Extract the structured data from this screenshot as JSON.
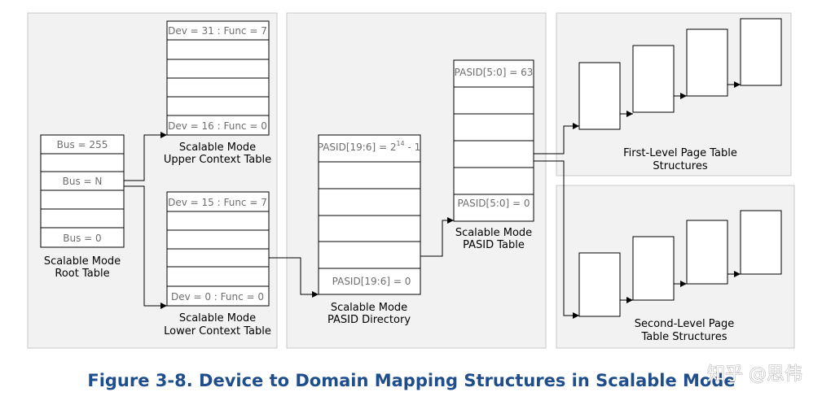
{
  "figure_title": "Figure 3-8.  Device to Domain Mapping Structures in Scalable Mode",
  "watermark": "知乎 @思伟",
  "root_table": {
    "top_label": "Bus = 255",
    "mid_label": "Bus = N",
    "bottom_label": "Bus = 0",
    "caption_1": "Scalable Mode",
    "caption_2": "Root Table"
  },
  "upper_context_table": {
    "top_label": "Dev = 31 : Func = 7",
    "bottom_label": "Dev = 16 : Func = 0",
    "caption_1": "Scalable Mode",
    "caption_2": "Upper Context Table"
  },
  "lower_context_table": {
    "top_label": "Dev = 15 : Func = 7",
    "bottom_label": "Dev = 0 : Func = 0",
    "caption_1": "Scalable Mode",
    "caption_2": "Lower Context Table"
  },
  "pasid_directory": {
    "top_label_base": "PASID[19:6] = 2",
    "top_label_exp": "14",
    "top_label_tail": " - 1",
    "bottom_label": "PASID[19:6] = 0",
    "caption_1": "Scalable Mode",
    "caption_2": "PASID Directory"
  },
  "pasid_table": {
    "top_label": "PASID[5:0] = 63",
    "bottom_label": "PASID[5:0] = 0",
    "caption_1": "Scalable Mode",
    "caption_2": "PASID Table"
  },
  "first_level": {
    "caption_1": "First-Level Page Table",
    "caption_2": "Structures"
  },
  "second_level": {
    "caption_1": "Second-Level Page",
    "caption_2": "Table Structures"
  }
}
